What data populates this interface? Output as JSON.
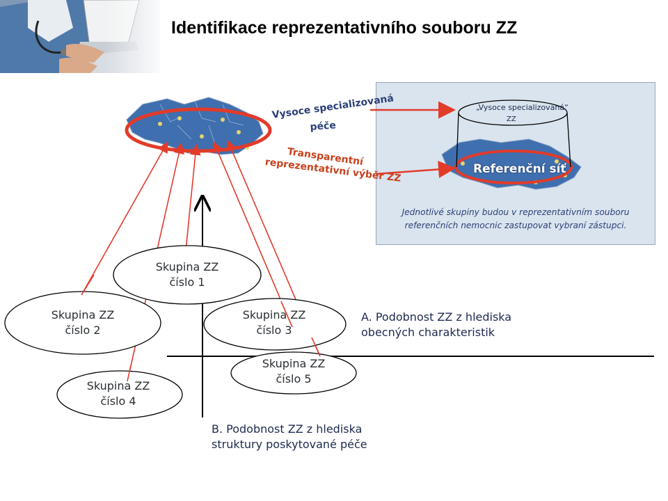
{
  "slide": {
    "title": "Identifikace reprezentativního souboru ZZ"
  },
  "map_annotations": {
    "vysoce_line1": "Vysoce specializovaná",
    "vysoce_line2": "péče",
    "transparentni_line1": "Transparentní",
    "transparentni_line2": "reprezentativní výběr ZZ"
  },
  "right_panel": {
    "vysoce_label": "„Vysoce specializovaná“",
    "zz_label": "ZZ",
    "referencni_label": "Referenční síť",
    "note_line1": "Jednotlivé skupiny budou v reprezentativním souboru",
    "note_line2": "referenčních nemocnic zastupovat vybraní zástupci."
  },
  "groups": [
    {
      "line1": "Skupina ZZ",
      "line2": "číslo 1"
    },
    {
      "line1": "Skupina ZZ",
      "line2": "číslo 2"
    },
    {
      "line1": "Skupina ZZ",
      "line2": "číslo 3"
    },
    {
      "line1": "Skupina ZZ",
      "line2": "číslo 4"
    },
    {
      "line1": "Skupina ZZ",
      "line2": "číslo 5"
    }
  ],
  "axes": {
    "a_line1": "A. Podobnost ZZ z hlediska",
    "a_line2": "obecných charakteristik",
    "b_line1": "B. Podobnost ZZ z hlediska",
    "b_line2": "struktury poskytované péče"
  },
  "colors": {
    "map_fill": "#3f6fae",
    "ellipse_red": "#e23b2a",
    "text_blue": "#2b3f78",
    "text_orange": "#c8421e",
    "panel_bg": "#dae4ee"
  }
}
